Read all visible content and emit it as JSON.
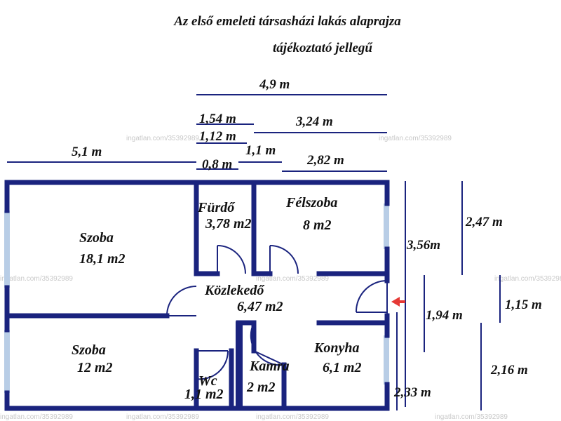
{
  "title": "Az első emeleti társasházi lakás alaprajza",
  "subtitle": "tájékoztató jellegű",
  "watermark": "ingatlan.com/35392989",
  "colors": {
    "wall": "#1a237e",
    "window": "#b8cde6",
    "entrance_arrow": "#e53935",
    "text": "#111111"
  },
  "rooms": [
    {
      "name": "Szoba",
      "area": "18,1 m2"
    },
    {
      "name": "Fürdő",
      "area": "3,78 m2"
    },
    {
      "name": "Félszoba",
      "area": "8 m2"
    },
    {
      "name": "Közlekedő",
      "area": "6,47 m2"
    },
    {
      "name": "Szoba",
      "area": "12 m2"
    },
    {
      "name": "Wc",
      "area": "1,1 m2"
    },
    {
      "name": "Kamra",
      "area": "2 m2"
    },
    {
      "name": "Konyha",
      "area": "6,1 m2"
    }
  ],
  "dimensions": {
    "top_total": "4,9 m",
    "d154": "1,54 m",
    "d324": "3,24 m",
    "d112": "1,12 m",
    "d51": "5,1 m",
    "d11": "1,1 m",
    "d08": "0,8 m",
    "d282": "2,82 m",
    "d356": "3,56m",
    "d247": "2,47 m",
    "d194": "1,94 m",
    "d115": "1,15 m",
    "d216": "2,16 m",
    "d233": "2,33 m"
  }
}
